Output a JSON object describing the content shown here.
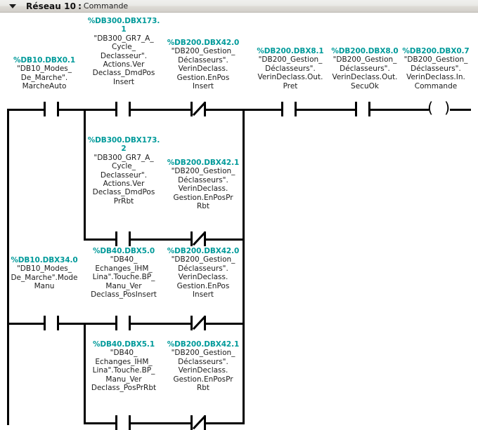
{
  "header": {
    "collapse_icon": "triangle-down-icon",
    "network_title": "Réseau 10",
    "separator": ":",
    "comment": "Commande"
  },
  "ladder": {
    "language": "LAD",
    "colors": {
      "address": "#009a9a",
      "wire": "#000000",
      "symbol_text": "#1b1b1b",
      "header_bg": "#e4e1dc"
    },
    "elements": [
      {
        "id": "c1",
        "type": "contact-no",
        "address": "%DB10.DBX0.1",
        "symbol": "\"DB10_Modes_\nDe_Marche\".\nMarcheAuto"
      },
      {
        "id": "c2",
        "type": "contact-no",
        "address": "%DB300.DBX173.\n1",
        "symbol": "\"DB300_GR7_A_\nCycle_\nDeclasseur\".\nActions.Ver\nDeclass_DmdPos\nInsert"
      },
      {
        "id": "c3",
        "type": "contact-nc",
        "address": "%DB200.DBX42.0",
        "symbol": "\"DB200_Gestion_\nDéclasseurs\".\nVerinDeclass.\nGestion.EnPos\nInsert"
      },
      {
        "id": "c4",
        "type": "contact-no",
        "address": "%DB200.DBX8.1",
        "symbol": "\"DB200_Gestion_\nDéclasseurs\".\nVerinDeclass.Out.\nPret"
      },
      {
        "id": "c5",
        "type": "contact-no",
        "address": "%DB200.DBX8.0",
        "symbol": "\"DB200_Gestion_\nDéclasseurs\".\nVerinDeclass.Out.\nSecuOk"
      },
      {
        "id": "c6",
        "type": "coil",
        "address": "%DB200.DBX0.7",
        "symbol": "\"DB200_Gestion_\nDéclasseurs\".\nVerinDeclass.In.\nCommande"
      },
      {
        "id": "c7",
        "type": "contact-no",
        "address": "%DB300.DBX173.\n2",
        "symbol": "\"DB300_GR7_A_\nCycle_\nDeclasseur\".\nActions.Ver\nDeclass_DmdPos\nPrRbt"
      },
      {
        "id": "c8",
        "type": "contact-nc",
        "address": "%DB200.DBX42.1",
        "symbol": "\"DB200_Gestion_\nDéclasseurs\".\nVerinDeclass.\nGestion.EnPosPr\nRbt"
      },
      {
        "id": "c9",
        "type": "contact-no",
        "address": "%DB10.DBX34.0",
        "symbol": "\"DB10_Modes_\nDe_Marche\".Mode\nManu"
      },
      {
        "id": "c10",
        "type": "contact-no",
        "address": "%DB40.DBX5.0",
        "symbol": "\"DB40_\nEchanges_IHM_\nLina\".Touche.BP_\nManu_Ver\nDeclass_PosInsert"
      },
      {
        "id": "c11",
        "type": "contact-nc",
        "address": "%DB200.DBX42.0",
        "symbol": "\"DB200_Gestion_\nDéclasseurs\".\nVerinDeclass.\nGestion.EnPos\nInsert"
      },
      {
        "id": "c12",
        "type": "contact-no",
        "address": "%DB40.DBX5.1",
        "symbol": "\"DB40_\nEchanges_IHM_\nLina\".Touche.BP_\nManu_Ver\nDeclass_PosPrRbt"
      },
      {
        "id": "c13",
        "type": "contact-nc",
        "address": "%DB200.DBX42.1",
        "symbol": "\"DB200_Gestion_\nDéclasseurs\".\nVerinDeclass.\nGestion.EnPosPr\nRbt"
      }
    ]
  }
}
